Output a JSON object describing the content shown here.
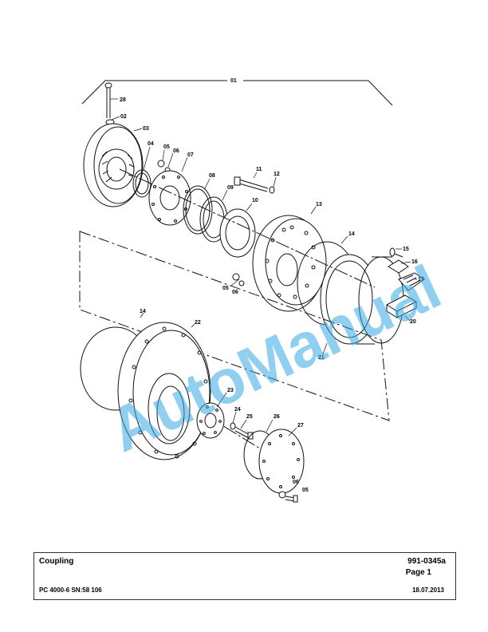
{
  "watermark": "AutoManual",
  "labels": {
    "l01": "01",
    "l02": "02",
    "l03": "03",
    "l04": "04",
    "l05a": "05",
    "l05b": "05",
    "l05c": "05",
    "l06a": "06",
    "l06b": "06",
    "l06c": "06",
    "l07": "07",
    "l08": "08",
    "l09": "09",
    "l10": "10",
    "l11": "11",
    "l12": "12",
    "l13": "13",
    "l14a": "14",
    "l14b": "14",
    "l15": "15",
    "l16": "16",
    "l17": "17",
    "l20": "20",
    "l21": "21",
    "l22": "22",
    "l23": "23",
    "l24": "24",
    "l25": "25",
    "l26": "26",
    "l27": "27",
    "l28": "28"
  },
  "title_block": {
    "title": "Coupling",
    "doc_number": "991-0345a",
    "page": "Page 1",
    "model": "PC 4000-6 SN:58 106",
    "date": "18.07.2013"
  }
}
